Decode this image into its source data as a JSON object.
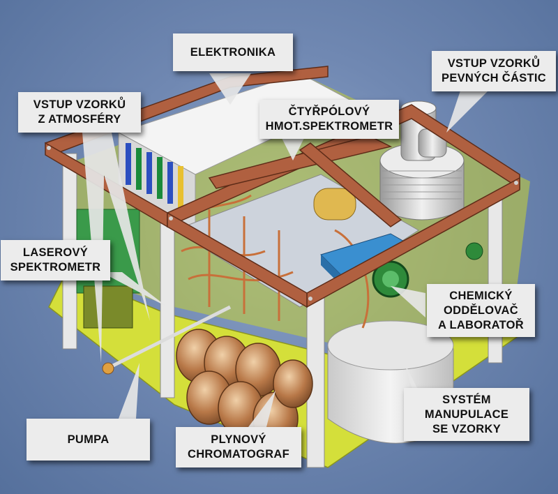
{
  "labels": {
    "elektronika": [
      "ELEKTRONIKA"
    ],
    "vstup_atmosfery": [
      "VSTUP VZORKŮ",
      "Z ATMOSFÉRY"
    ],
    "vstup_pevnych": [
      "VSTUP VZORKŮ",
      "PEVNÝCH ČÁSTIC"
    ],
    "ctyrpolovy": [
      "ČTYŘPÓLOVÝ",
      "HMOT.SPEKTROMETR"
    ],
    "laserovy": [
      "LASEROVÝ",
      "SPEKTROMETR"
    ],
    "chemicky": [
      "CHEMICKÝ",
      "ODDĚLOVAČ",
      "A LABORATOŘ"
    ],
    "system": [
      "SYSTÉM",
      "MANUPULACE",
      "SE VZORKY"
    ],
    "pumpa": [
      "PUMPA"
    ],
    "plynovy": [
      "PLYNOVÝ",
      "CHROMATOGRAF"
    ]
  },
  "colors": {
    "frame": "#b06040",
    "floor": "#d4df3a",
    "panel": "#e8e8e8",
    "copper": "#b87840",
    "blue_module": "#3a8fd0",
    "label_bg": "#ececec"
  }
}
